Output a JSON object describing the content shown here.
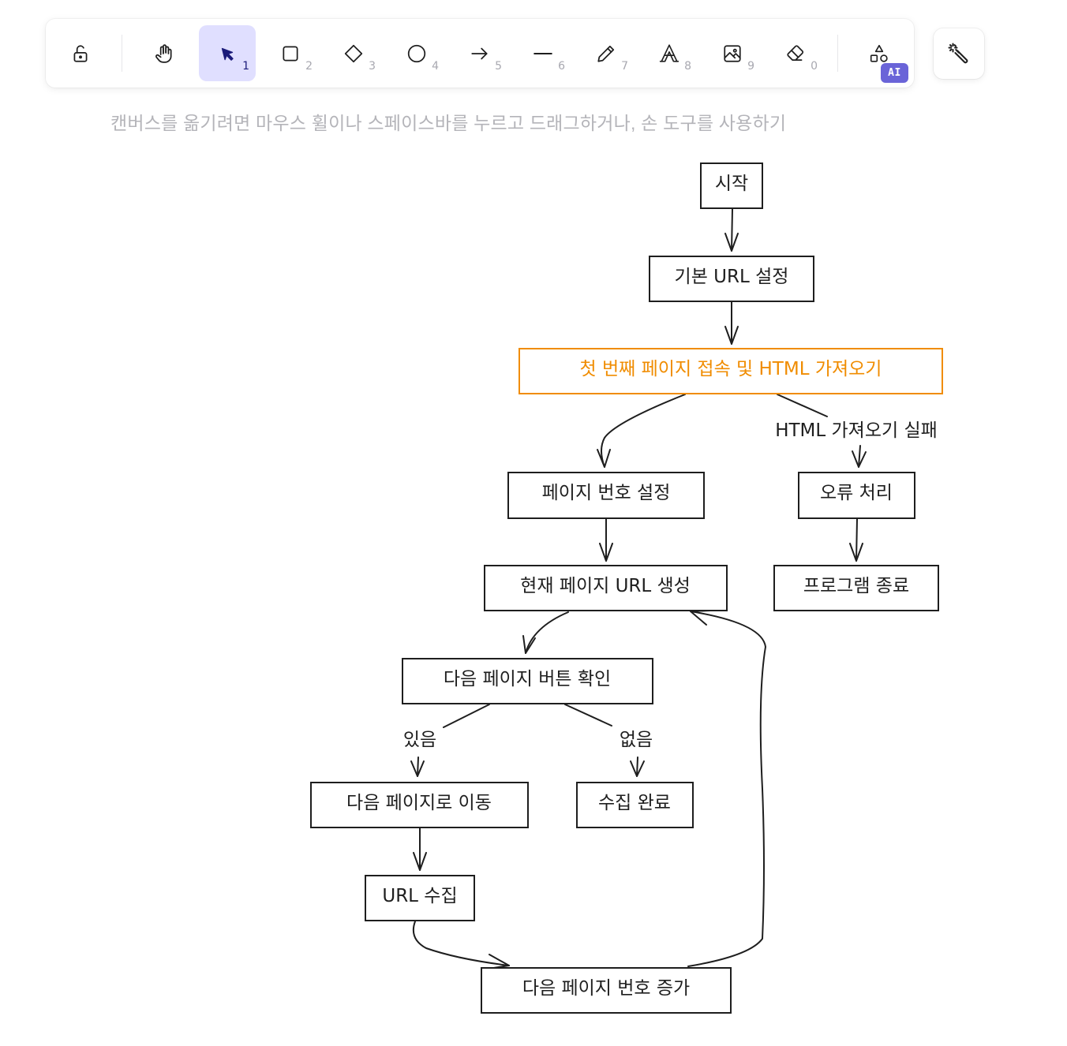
{
  "toolbar": {
    "tools": [
      {
        "name": "lock-icon",
        "key": ""
      },
      {
        "name": "hand-icon",
        "key": ""
      },
      {
        "name": "selection-icon",
        "key": "1"
      },
      {
        "name": "rectangle-icon",
        "key": "2"
      },
      {
        "name": "diamond-icon",
        "key": "3"
      },
      {
        "name": "ellipse-icon",
        "key": "4"
      },
      {
        "name": "arrow-icon",
        "key": "5"
      },
      {
        "name": "line-icon",
        "key": "6"
      },
      {
        "name": "pencil-icon",
        "key": "7"
      },
      {
        "name": "text-icon",
        "key": "8"
      },
      {
        "name": "image-icon",
        "key": "9"
      },
      {
        "name": "eraser-icon",
        "key": "0"
      },
      {
        "name": "more-shapes-icon",
        "key": ""
      }
    ],
    "active_tool": "selection-icon",
    "ai_badge": "AI",
    "magic_button_icon": "magic-wand-icon"
  },
  "hint": "캔버스를 옮기려면 마우스 휠이나 스페이스바를 누르고 드래그하거나, 손 도구를 사용하기",
  "colors": {
    "accent": "#e0dfff",
    "ai_badge": "#6a64d8",
    "stroke": "#1e1e1e",
    "highlight": "#f08c00"
  },
  "flowchart": {
    "nodes": [
      {
        "id": "start",
        "label": "시작"
      },
      {
        "id": "base_url",
        "label": "기본 URL 설정"
      },
      {
        "id": "fetch",
        "label": "첫 번째 페이지 접속 및 HTML 가져오기",
        "highlight": true
      },
      {
        "id": "page_no",
        "label": "페이지 번호 설정"
      },
      {
        "id": "error",
        "label": "오류 처리"
      },
      {
        "id": "cur_url",
        "label": "현재 페이지 URL 생성"
      },
      {
        "id": "exit",
        "label": "프로그램 종료"
      },
      {
        "id": "check_next",
        "label": "다음 페이지 버튼 확인"
      },
      {
        "id": "go_next",
        "label": "다음 페이지로 이동"
      },
      {
        "id": "done",
        "label": "수집 완료"
      },
      {
        "id": "collect",
        "label": "URL 수집"
      },
      {
        "id": "increment",
        "label": "다음 페이지 번호 증가"
      }
    ],
    "edge_labels": {
      "fail": "HTML 가져오기 실패",
      "yes": "있음",
      "no": "없음"
    }
  }
}
